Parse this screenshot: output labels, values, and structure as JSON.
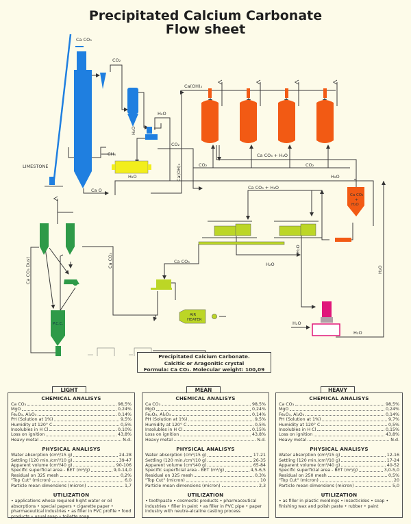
{
  "title": {
    "line1": "Precipitated Calcium Carbonate",
    "line2": "Flow sheet"
  },
  "diagram": {
    "labels": {
      "caco3_top": "Ca CO₃",
      "limestone": "LIMESTONE",
      "co2_top": "CO₂",
      "ch4": "CH₄",
      "cao": "Ca O",
      "h2o_yellow": "H₂O",
      "h2o_top": "H₂O",
      "h2o_vert": "H₂O",
      "co2_mid": "CO₂",
      "caoh2_top": "Ca(OH)₂",
      "caoh2_vert": "Ca(OH)₂",
      "co2_bottom_left": "CO₂",
      "co2_bottom_right": "CO₂",
      "caco3_h2o_reactors": "Ca CO₃ + H₂O",
      "h2o_right": "H₂O",
      "h2o_return": "H₂O",
      "caco3_h2o_filters": "Ca CO₃ + H₂O",
      "settler_l1": "Ca CO₃",
      "settler_l2": "+",
      "settler_l3": "H₂O",
      "h2o_filter_out": "H₂O",
      "h2o_filter_vert": "H₂O",
      "h2o_right_vert": "H₂O",
      "caco3_dryer": "Ca CO₃",
      "caco3_vert": "Ca CO₃",
      "caco3_dust": "Ca CO₃ Dust",
      "air_heater_1": "AIR",
      "air_heater_2": "HEATER",
      "pcc": "P.C.C.",
      "h2o_in_tank": "H₂O",
      "h2o_out_tank": "H₂O"
    },
    "colors": {
      "kiln": "#1f7fe0",
      "slaker": "#f2ee1c",
      "reactors": "#f25a14",
      "filters": "#bcd626",
      "silos": "#2e9a48",
      "pump": "#e0167a"
    }
  },
  "product": {
    "line1": "Precipitated Calcium Carbonate.",
    "line2": "Calcitic or Aragonitic crystal",
    "line3": "Formula: Ca CO₃. Molecular weight: 100,09"
  },
  "grades": [
    {
      "name": "LIGHT",
      "chemical_title": "CHEMICAL ANALISYS",
      "chemical": [
        {
          "k": "Ca CO₃",
          "v": "98,5%"
        },
        {
          "k": "MgO",
          "v": "0,24%"
        },
        {
          "k": "Fe₂O₃, Al₂O₃",
          "v": "0,14%"
        },
        {
          "k": "PH (Solution at 1%)",
          "v": "9,5%"
        },
        {
          "k": "Humidity at 120° C",
          "v": "0,5%"
        },
        {
          "k": "Insolubles in H Cl",
          "v": "0,10%"
        },
        {
          "k": "Loss on ignition",
          "v": "43,8%"
        },
        {
          "k": "Heavy metal",
          "v": "N.d."
        }
      ],
      "physical_title": "PHYSICAL ANALISYS",
      "physical": [
        {
          "k": "Water absorption (cm³/15 g)",
          "v": "24-28"
        },
        {
          "k": "Settling (120 min./cm³/10 g)",
          "v": "39-47"
        },
        {
          "k": "Apparent volume (cm³/40 g)",
          "v": "90-106"
        },
        {
          "k": "Specific superficial area - BET (m²/g)",
          "v": "9,0-14,0"
        },
        {
          "k": "Residual on 325 mesh",
          "v": "0,2%"
        },
        {
          "k": "\"Top Cut\" (micron)",
          "v": "6,0"
        },
        {
          "k": "Particle mean dimensions (micron)",
          "v": "1,7"
        }
      ],
      "utilization_title": "UTILIZATION",
      "utilization": "• applications whose required hight water or oil absorptions • special papers • cigarette paper • pharmaceutical industries • as filler in PVC profile • food products • usual soap • toilette soap"
    },
    {
      "name": "MEAN",
      "chemical_title": "CHEMICAL ANALISYS",
      "chemical": [
        {
          "k": "Ca CO₃",
          "v": "98,5%"
        },
        {
          "k": "MgO",
          "v": "0,24%"
        },
        {
          "k": "Fe₂O₃, Al₂O₃",
          "v": "0,14%"
        },
        {
          "k": "PH (Solution at 1%)",
          "v": "9,5%"
        },
        {
          "k": "Humidity at 120° C",
          "v": "0,5%"
        },
        {
          "k": "Insolubles in H Cl",
          "v": "0,15%"
        },
        {
          "k": "Loss on ignition",
          "v": "43,8%"
        },
        {
          "k": "Heavy metal",
          "v": "N.d."
        }
      ],
      "physical_title": "PHYSICAL ANALISYS",
      "physical": [
        {
          "k": "Water absorption (cm³/15 g)",
          "v": "17-21"
        },
        {
          "k": "Settling (120 min./cm³/10 g)",
          "v": "26-35"
        },
        {
          "k": "Apparent volume (cm³/40 g)",
          "v": "65-84"
        },
        {
          "k": "Specific superficial area - BET (m²/g)",
          "v": "4,5-6,5"
        },
        {
          "k": "Residual on 325 mesh",
          "v": "0,3%"
        },
        {
          "k": "\"Top Cut\" (micron)",
          "v": "10"
        },
        {
          "k": "Particle mean dimensions (micron)",
          "v": "2,3"
        }
      ],
      "utilization_title": "UTILIZATION",
      "utilization": "• toothpaste • cosmestic products • pharmaceutical industries • filler in paint • as filler in PVC pipe • paper industry with neutre-alcaline casting process"
    },
    {
      "name": "HEAVY",
      "chemical_title": "CHEMICAL ANALISYS",
      "chemical": [
        {
          "k": "Ca CO₃",
          "v": "98,5%"
        },
        {
          "k": "MgO",
          "v": "0,24%"
        },
        {
          "k": "Fe₂O₃, Al₂O₃",
          "v": "0,14%"
        },
        {
          "k": "PH (Solution at 1%)",
          "v": "9,7%"
        },
        {
          "k": "Humidity at 120° C",
          "v": "0,5%"
        },
        {
          "k": "Insolubles in H Cl",
          "v": "0,15%"
        },
        {
          "k": "Loss on ignition",
          "v": "43,8%"
        },
        {
          "k": "Heavy metal",
          "v": "N.d."
        }
      ],
      "physical_title": "PHYSICAL ANALISYS",
      "physical": [
        {
          "k": "Water absorption (cm³/15 g)",
          "v": "12-16"
        },
        {
          "k": "Settling (120 min./cm³/10 g)",
          "v": "17-24"
        },
        {
          "k": "Apparent volume (cm³/40 g)",
          "v": "40-52"
        },
        {
          "k": "Specific superficial area - BET (m²/g)",
          "v": "3,0-5,0"
        },
        {
          "k": "Residual on 250 mesh",
          "v": "0,5%"
        },
        {
          "k": "\"Top Cut\" (micron)",
          "v": "20"
        },
        {
          "k": "Particle mean dimensions (micron)",
          "v": "5,0"
        }
      ],
      "utilization_title": "UTILIZATION",
      "utilization": "• as filler in plastic moldings • insecticides • soap • finishing wax and polish paste • rubber • paint"
    }
  ]
}
